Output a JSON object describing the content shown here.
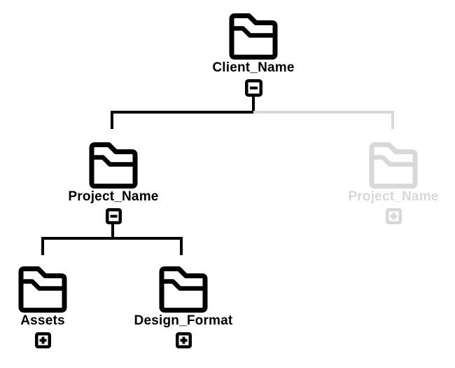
{
  "nodes": {
    "client": {
      "label": "Client_Name",
      "toggle_icon": "minus-box"
    },
    "project_active": {
      "label": "Project_Name",
      "toggle_icon": "minus-box"
    },
    "project_inactive": {
      "label": "Project_Name",
      "toggle_icon": "plus-box"
    },
    "assets": {
      "label": "Assets",
      "toggle_icon": "plus-box"
    },
    "design_format": {
      "label": "Design_Format",
      "toggle_icon": "plus-box"
    }
  },
  "colors": {
    "active": "#000000",
    "inactive": "#d8d8d8",
    "background": "#ffffff"
  }
}
